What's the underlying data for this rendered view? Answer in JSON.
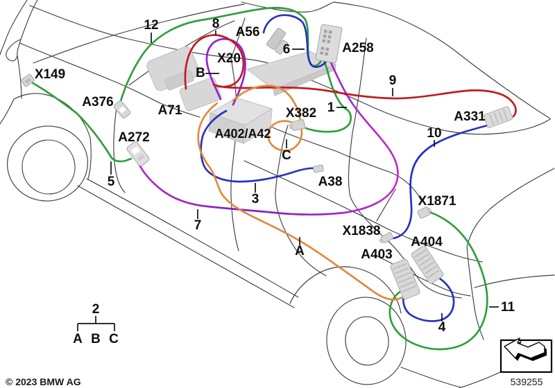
{
  "diagram": {
    "copyright": "© 2023 BMW AG",
    "doc_number": "539255",
    "legend": {
      "group_number": "2",
      "options": [
        "A",
        "B",
        "C"
      ]
    },
    "labels": {
      "x149": "X149",
      "a376": "A376",
      "a272": "A272",
      "a71": "A71",
      "a402": "A402/A42",
      "x20": "X20",
      "b": "B",
      "a56": "A56",
      "a258": "A258",
      "x382": "X382",
      "c": "C",
      "a38": "A38",
      "a331": "A331",
      "x1871": "X1871",
      "x1838": "X1838",
      "a404": "A404",
      "a403": "A403",
      "a": "A",
      "n1": "1",
      "n3": "3",
      "n4": "4",
      "n5": "5",
      "n6": "6",
      "n7": "7",
      "n8": "8",
      "n9": "9",
      "n10": "10",
      "n11": "11",
      "n12": "12"
    },
    "colors": {
      "green": "#2f9e3f",
      "blue": "#2632bd",
      "red": "#c11b20",
      "orange": "#e08a3c",
      "violet": "#9222d2",
      "magenta_a272": "#b02fc5",
      "magenta_deep": "#7e22c9",
      "magenta_mid": "#9a26cc",
      "magenta_a258": "#c52ccf",
      "body_line": "#3d3d3d",
      "connector_fill": "#dcdcdc",
      "connector_edge": "#a6a6a6"
    }
  }
}
